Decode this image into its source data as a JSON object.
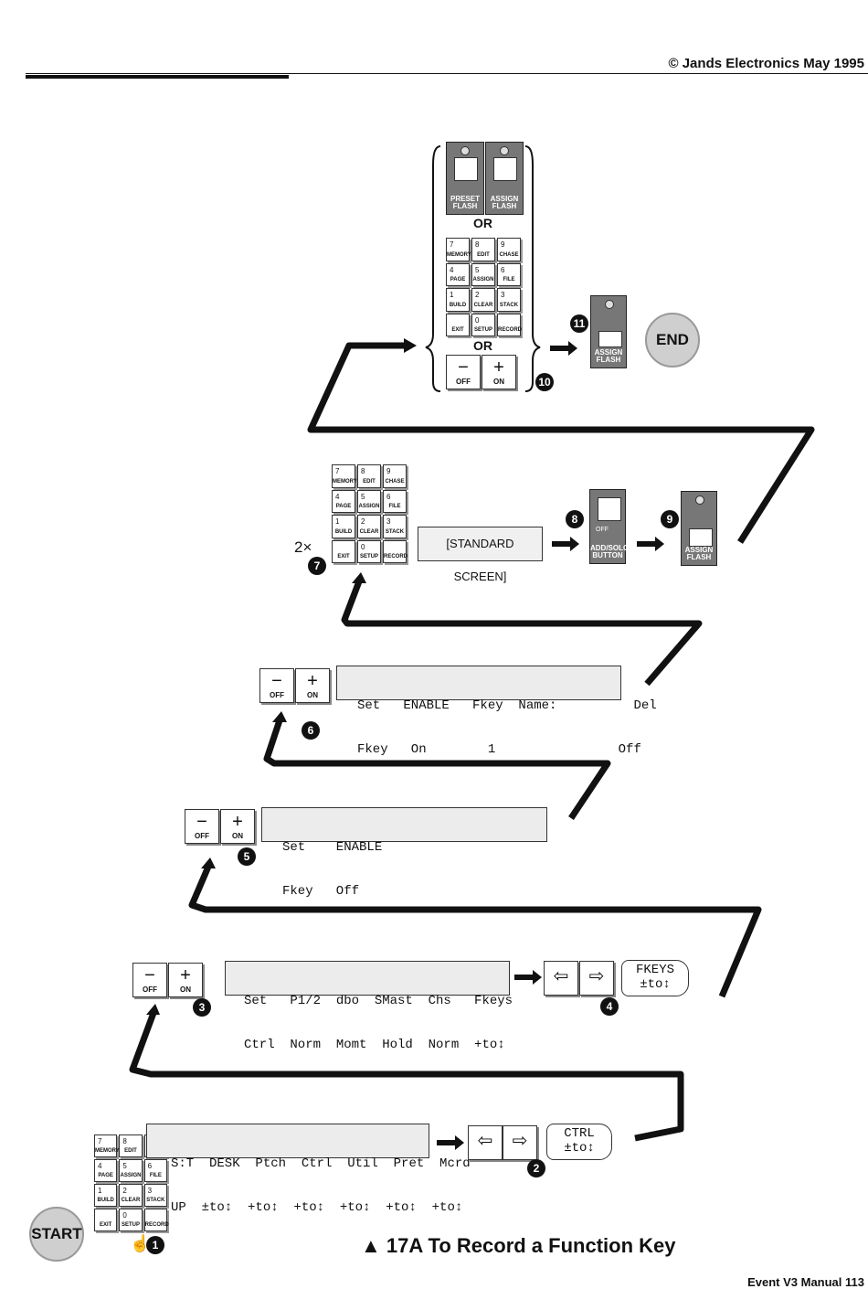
{
  "header": {
    "copyright": "© Jands Electronics   May 1995"
  },
  "footer": {
    "page": "Event V3 Manual  113"
  },
  "caption": {
    "text": "▲  17A To Record a Function Key"
  },
  "start_label": "START",
  "end_label": "END",
  "or_label": "OR",
  "std_screen": "[STANDARD SCREEN]",
  "pm": {
    "minus": "−",
    "plus": "+",
    "off": "OFF",
    "on": "ON"
  },
  "keypad": [
    {
      "num": "7",
      "label": "MEMORY"
    },
    {
      "num": "8",
      "label": "EDIT"
    },
    {
      "num": "9",
      "label": "CHASE"
    },
    {
      "num": "4",
      "label": "PAGE"
    },
    {
      "num": "5",
      "label": "ASSIGN"
    },
    {
      "num": "6",
      "label": "FILE"
    },
    {
      "num": "1",
      "label": "BUILD"
    },
    {
      "num": "2",
      "label": "CLEAR"
    },
    {
      "num": "3",
      "label": "STACK"
    },
    {
      "num": "",
      "label": "EXIT"
    },
    {
      "num": "0",
      "label": "SETUP"
    },
    {
      "num": "",
      "label": "RECORD"
    }
  ],
  "flash": {
    "preset": "PRESET FLASH",
    "assign": "ASSIGN FLASH",
    "addsolo": "ADD/SOLO BUTTON",
    "off": "OFF"
  },
  "steps": [
    "1",
    "2",
    "3",
    "4",
    "5",
    "6",
    "7",
    "8",
    "9",
    "10",
    "11"
  ],
  "times": "2×",
  "lcd1": {
    "line1": "S:T  DESK  Ptch  Ctrl  Util  Pret  Mcrd",
    "line2": "UP  ±to↕  +to↕  +to↕  +to↕  +to↕  +to↕"
  },
  "lcd2": {
    "line1": "Set   P1/2  dbo  SMast  Chs   Fkeys",
    "line2": "Ctrl  Norm  Momt  Hold  Norm  +to↕"
  },
  "lcd3": {
    "line1": "Set    ENABLE",
    "line2": "Fkey   Off"
  },
  "lcd4": {
    "line1": "Set   ENABLE   Fkey  Name:          Del",
    "line2": "Fkey   On        1                Off"
  },
  "tag_ctrl": {
    "line1": "CTRL",
    "line2": "±to↕"
  },
  "tag_fkeys": {
    "line1": "FKEYS",
    "line2": "±to↕"
  },
  "arrows": {
    "left": "⇦",
    "right": "⇨"
  }
}
